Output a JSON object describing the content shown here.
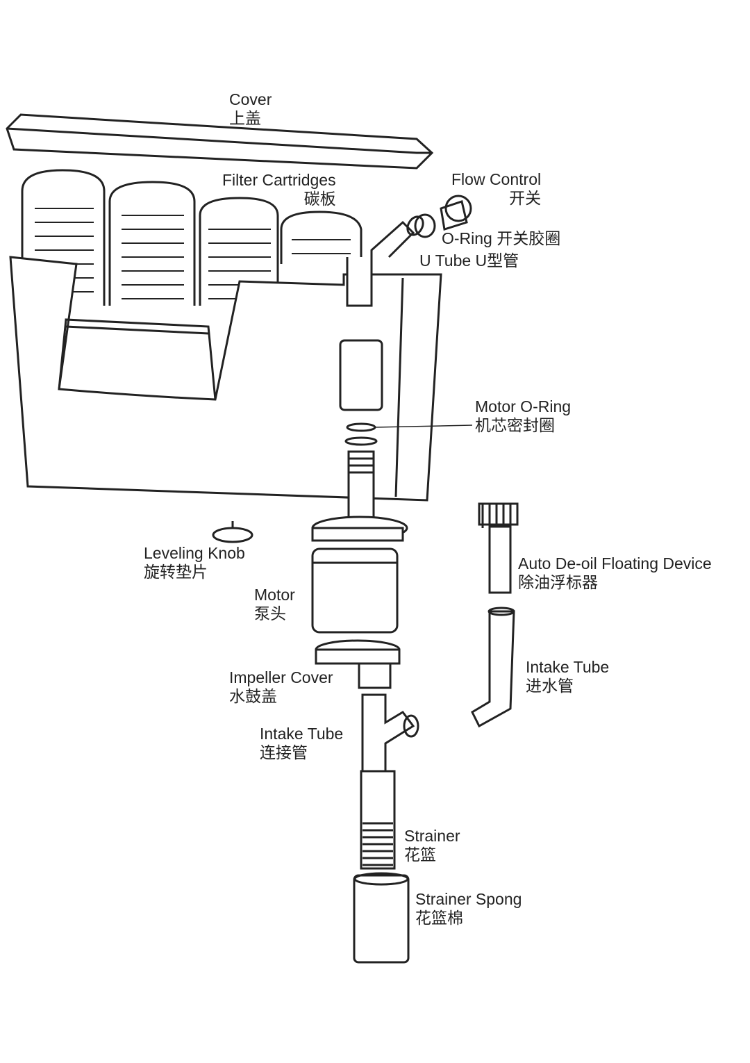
{
  "labels": {
    "cover": {
      "en": "Cover",
      "zh": "上盖"
    },
    "filter_cartridges": {
      "en": "Filter Cartridges",
      "zh": "碳板"
    },
    "flow_control": {
      "en": "Flow Control",
      "zh": "开关"
    },
    "o_ring": {
      "en": "O-Ring",
      "zh": "开关胶圈"
    },
    "u_tube": {
      "en": "U Tube",
      "zh": "U型管"
    },
    "motor_o_ring": {
      "en": "Motor O-Ring",
      "zh": "机芯密封圈"
    },
    "leveling_knob": {
      "en": "Leveling Knob",
      "zh": "旋转垫片"
    },
    "auto_deoil": {
      "en": "Auto De-oil Floating Device",
      "zh": "除油浮标器"
    },
    "motor": {
      "en": "Motor",
      "zh": "泵头"
    },
    "intake_tube_right": {
      "en": "Intake Tube",
      "zh": "进水管"
    },
    "impeller_cover": {
      "en": "Impeller Cover",
      "zh": "水鼓盖"
    },
    "intake_tube_connector": {
      "en": "Intake Tube",
      "zh": "连接管"
    },
    "strainer": {
      "en": "Strainer",
      "zh": "花篮"
    },
    "strainer_sponge": {
      "en": "Strainer Spong",
      "zh": "花篮棉"
    }
  }
}
